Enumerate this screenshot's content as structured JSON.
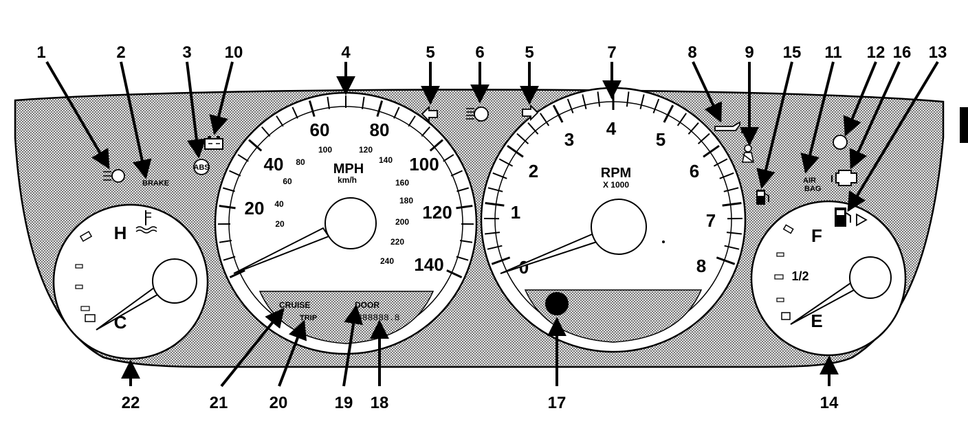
{
  "callouts": [
    {
      "num": "1"
    },
    {
      "num": "2"
    },
    {
      "num": "3"
    },
    {
      "num": "10"
    },
    {
      "num": "4"
    },
    {
      "num": "5"
    },
    {
      "num": "6"
    },
    {
      "num": "5"
    },
    {
      "num": "7"
    },
    {
      "num": "8"
    },
    {
      "num": "9"
    },
    {
      "num": "15"
    },
    {
      "num": "11"
    },
    {
      "num": "12"
    },
    {
      "num": "16"
    },
    {
      "num": "13"
    },
    {
      "num": "22"
    },
    {
      "num": "21"
    },
    {
      "num": "20"
    },
    {
      "num": "19"
    },
    {
      "num": "18"
    },
    {
      "num": "17"
    },
    {
      "num": "14"
    }
  ],
  "speedometer": {
    "title": "MPH",
    "subtitle": "km/h",
    "mph_labels": [
      "20",
      "40",
      "60",
      "80",
      "100",
      "120",
      "140"
    ],
    "kmh_labels": [
      "20",
      "40",
      "60",
      "80",
      "100",
      "120",
      "140",
      "160",
      "180",
      "200",
      "220",
      "240"
    ],
    "lcd": {
      "cruise": "CRUISE",
      "trip": "TRIP",
      "door": "DOOR",
      "odometer": "888888.8"
    }
  },
  "tachometer": {
    "title": "RPM",
    "subtitle": "X 1000",
    "labels": [
      "0",
      "1",
      "2",
      "3",
      "4",
      "5",
      "6",
      "7",
      "8"
    ]
  },
  "temp_gauge": {
    "hot": "H",
    "cold": "C"
  },
  "fuel_gauge": {
    "full": "F",
    "half": "1/2",
    "empty": "E"
  },
  "lamps": {
    "brake": "BRAKE",
    "abs": "ABS",
    "airbag_1": "AIR",
    "airbag_2": "BAG"
  },
  "colors": {
    "panel_fill": "#bdbdbd",
    "ink": "#000000",
    "face": "#ffffff"
  }
}
